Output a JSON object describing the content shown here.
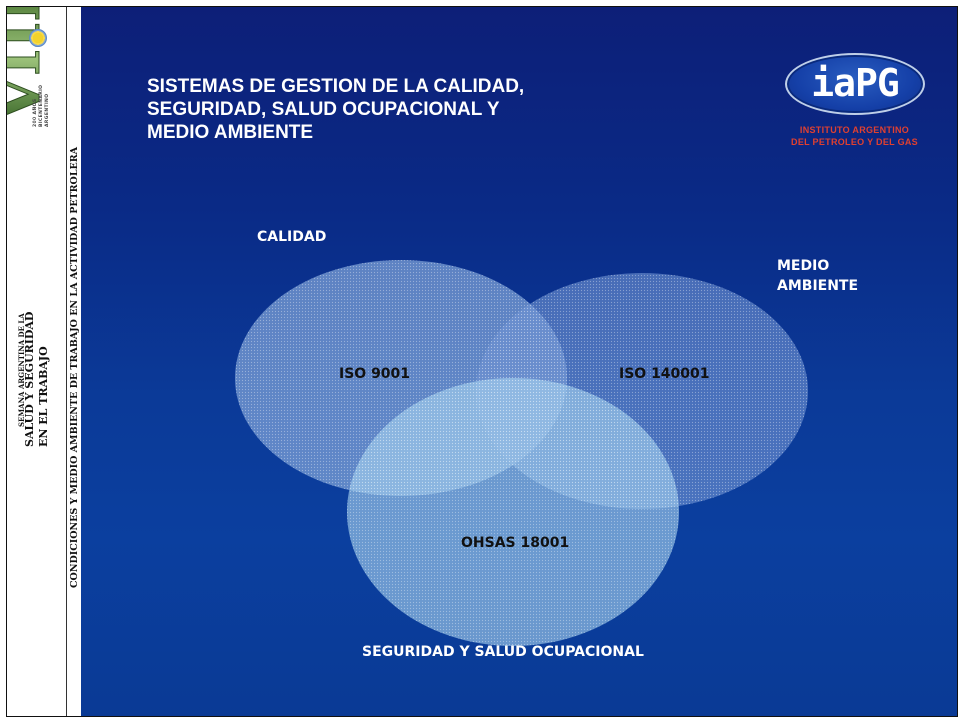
{
  "header": {
    "title_lines": [
      "SISTEMAS DE GESTION DE LA CALIDAD,",
      "SEGURIDAD, SALUD OCUPACIONAL Y",
      "MEDIO AMBIENTE"
    ]
  },
  "logo": {
    "word": "iaPG",
    "line1": "INSTITUTO ARGENTINO",
    "line2": "DEL PETROLEO Y DEL GAS"
  },
  "sidebar": {
    "anniversary": [
      "200 AÑOS",
      "BICENTENARIO",
      "ARGENTINO"
    ],
    "semana": "SEMANA ARGENTINA DE LA",
    "salud": "SALUD Y SEGURIDAD",
    "trabajo": "EN EL TRABAJO",
    "roman": "VIII",
    "caption": "CONDICIONES Y MEDIO AMBIENTE DE TRABAJO EN LA ACTIVIDAD PETROLERA"
  },
  "diagram": {
    "label_calidad": "CALIDAD",
    "label_medio_1": "MEDIO",
    "label_medio_2": "AMBIENTE",
    "label_seguridad": "SEGURIDAD Y SALUD OCUPACIONAL",
    "sets": [
      {
        "name": "ISO 9001"
      },
      {
        "name": "ISO 140001"
      },
      {
        "name": "OHSAS 18001"
      }
    ]
  },
  "colors": {
    "background_top": "#0d1f78",
    "background_bottom": "#0b3f9f",
    "circle_calidad": "#7fa3d8",
    "circle_medio": "#6f93d2",
    "circle_seguridad": "#a6d2ef",
    "logo_accent": "#e04030"
  }
}
